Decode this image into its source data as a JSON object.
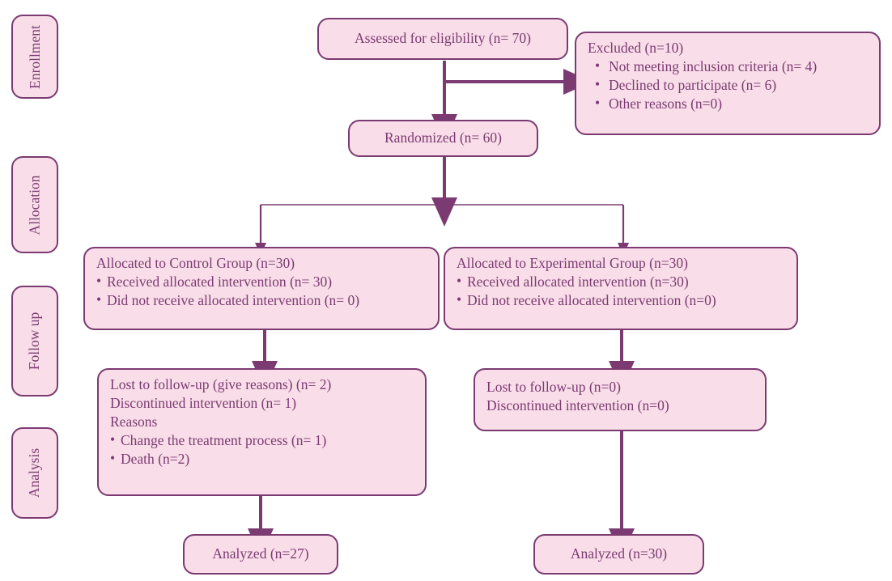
{
  "diagram": {
    "title": "CONSORT participant flow diagram",
    "colors": {
      "box_fill": "#f9dde8",
      "box_border": "#7b3b72",
      "text": "#7b3b72",
      "connector": "#7b3b72",
      "background": "#ffffff"
    }
  },
  "stages": [
    {
      "label": "Enrollment"
    },
    {
      "label": "Allocation"
    },
    {
      "label": "Follow up"
    },
    {
      "label": "Analysis"
    }
  ],
  "nodes": {
    "assessed": {
      "lines": [
        {
          "text": "Assessed for eligibility (n= 70)",
          "style": "plain"
        }
      ]
    },
    "excluded": {
      "lines": [
        {
          "text": "Excluded (n=10)",
          "style": "plain"
        },
        {
          "text": "Not meeting inclusion criteria (n= 4)",
          "style": "bullet-wide"
        },
        {
          "text": "Declined to participate (n= 6)",
          "style": "bullet-wide"
        },
        {
          "text": "Other reasons (n=0)",
          "style": "bullet-wide"
        }
      ]
    },
    "randomized": {
      "lines": [
        {
          "text": "Randomized (n= 60)",
          "style": "plain"
        }
      ]
    },
    "allocated_control": {
      "lines": [
        {
          "text": "Allocated to Control Group (n=30)",
          "style": "plain"
        },
        {
          "text": "Received allocated intervention (n= 30)",
          "style": "bullet"
        },
        {
          "text": "Did not receive allocated intervention (n= 0)",
          "style": "bullet"
        }
      ]
    },
    "allocated_experimental": {
      "lines": [
        {
          "text": "Allocated to Experimental Group (n=30)",
          "style": "plain"
        },
        {
          "text": "Received allocated intervention (n=30)",
          "style": "bullet"
        },
        {
          "text": "Did not receive allocated intervention (n=0)",
          "style": "bullet"
        }
      ]
    },
    "followup_control": {
      "lines": [
        {
          "text": "Lost to follow-up (give reasons) (n= 2)",
          "style": "plain"
        },
        {
          "text": "Discontinued intervention (n= 1)",
          "style": "plain"
        },
        {
          "text": "Reasons",
          "style": "plain"
        },
        {
          "text": "Change the treatment process (n= 1)",
          "style": "bullet"
        },
        {
          "text": "Death (n=2)",
          "style": "bullet"
        }
      ]
    },
    "followup_experimental": {
      "lines": [
        {
          "text": "Lost to follow-up (n=0)",
          "style": "plain"
        },
        {
          "text": "Discontinued intervention (n=0)",
          "style": "plain"
        }
      ]
    },
    "analyzed_control": {
      "lines": [
        {
          "text": "Analyzed (n=27)",
          "style": "plain"
        }
      ]
    },
    "analyzed_experimental": {
      "lines": [
        {
          "text": "Analyzed (n=30)",
          "style": "plain"
        }
      ]
    }
  }
}
